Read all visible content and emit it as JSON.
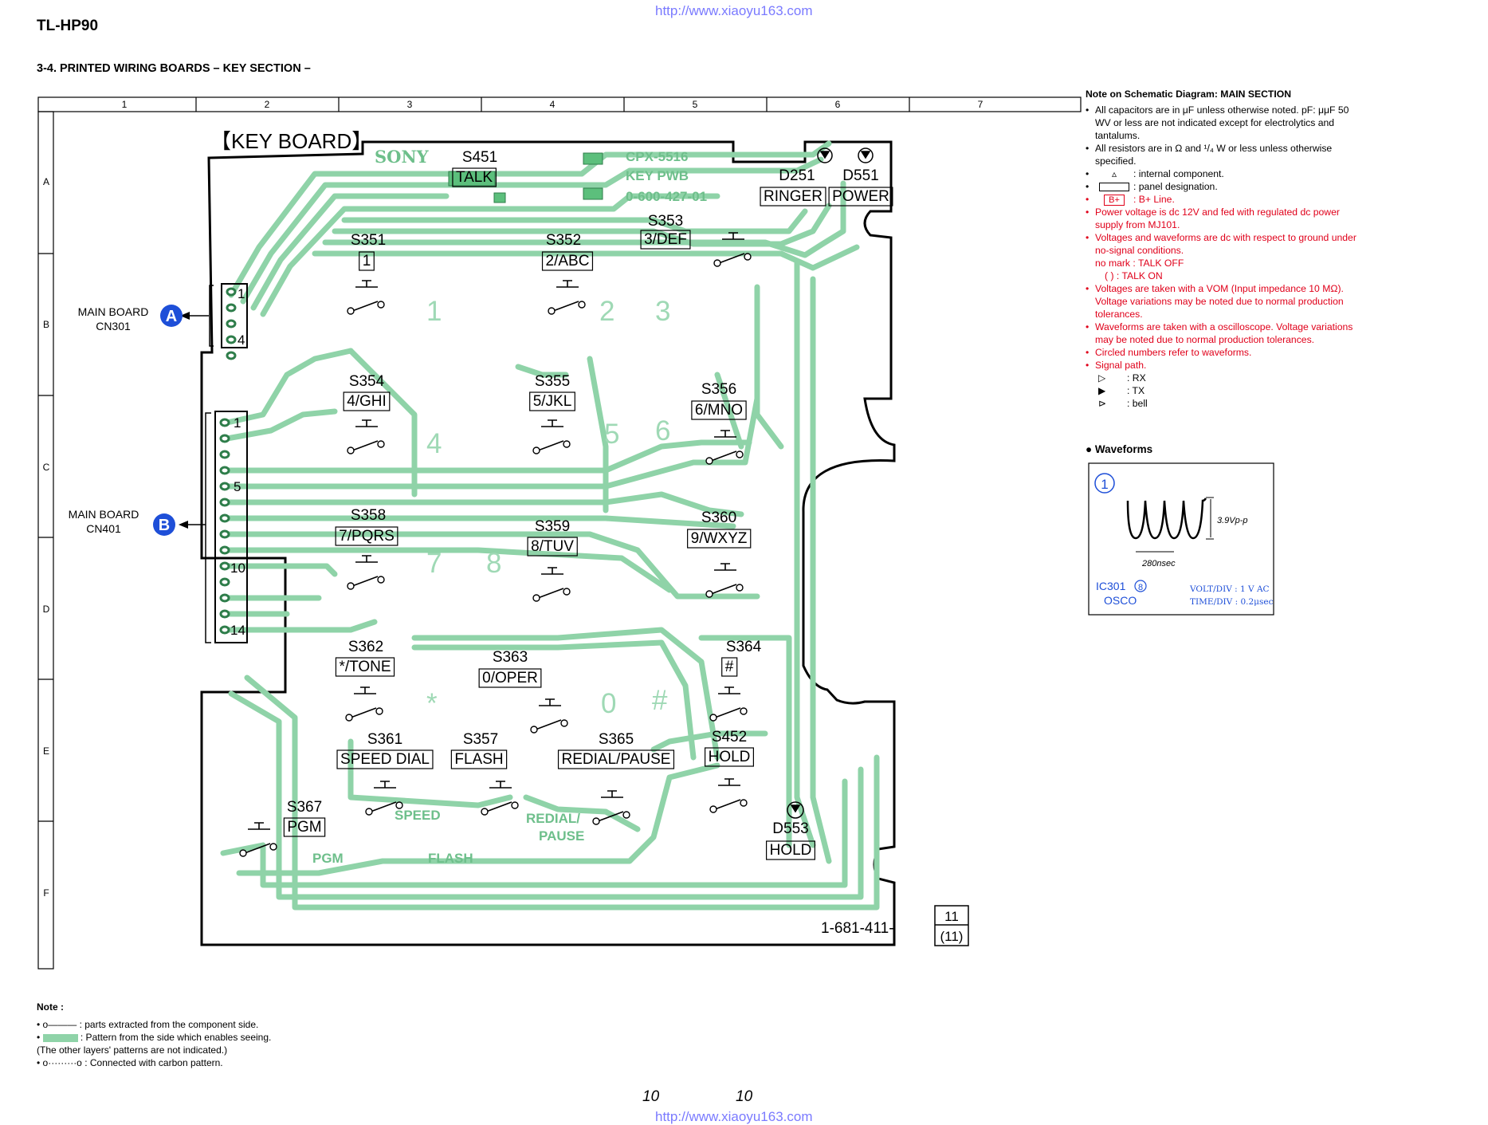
{
  "header": {
    "model": "TL-HP90",
    "section_title": "3-4. PRINTED WIRING BOARDS – KEY SECTION  –",
    "url_top": "http://www.xiaoyu163.com",
    "url_bottom": "http://www.xiaoyu163.com"
  },
  "grid": {
    "columns": [
      "1",
      "2",
      "3",
      "4",
      "5",
      "6",
      "7"
    ],
    "rows": [
      "A",
      "B",
      "C",
      "D",
      "E",
      "F"
    ]
  },
  "board": {
    "title": "【KEY BOARD】",
    "brand": "SONY",
    "code_lines": [
      "CPX-5516",
      "KEY PWB",
      "0-600-427-01"
    ],
    "part_number": "1-681-411-",
    "page_box_top": "11",
    "page_box_bottom": "(11)"
  },
  "connectors": {
    "cn301": {
      "board_label": "MAIN BOARD",
      "connector": "CN301",
      "badge": "A",
      "pin_first": "1",
      "pin_last": "4"
    },
    "cn401": {
      "board_label": "MAIN BOARD",
      "connector": "CN401",
      "badge": "B",
      "pin_first": "1",
      "pin_mid": "5",
      "pin_ten": "10",
      "pin_last": "14"
    }
  },
  "switches": {
    "s451": {
      "ref": "S451",
      "label": "TALK"
    },
    "d251": {
      "ref": "D251",
      "label": "RINGER"
    },
    "d551": {
      "ref": "D551",
      "label": "POWER"
    },
    "s351": {
      "ref": "S351",
      "label": "1"
    },
    "s352": {
      "ref": "S352",
      "label": "2/ABC"
    },
    "s353": {
      "ref": "S353",
      "label": "3/DEF"
    },
    "s354": {
      "ref": "S354",
      "label": "4/GHI"
    },
    "s355": {
      "ref": "S355",
      "label": "5/JKL"
    },
    "s356": {
      "ref": "S356",
      "label": "6/MNO"
    },
    "s358": {
      "ref": "S358",
      "label": "7/PQRS"
    },
    "s359": {
      "ref": "S359",
      "label": "8/TUV"
    },
    "s360": {
      "ref": "S360",
      "label": "9/WXYZ"
    },
    "s362": {
      "ref": "S362",
      "label": "*/TONE"
    },
    "s363": {
      "ref": "S363",
      "label": "0/OPER"
    },
    "s364": {
      "ref": "S364",
      "label": "#"
    },
    "s361": {
      "ref": "S361",
      "label": "SPEED DIAL"
    },
    "s357": {
      "ref": "S357",
      "label": "FLASH"
    },
    "s365": {
      "ref": "S365",
      "label": "REDIAL/PAUSE"
    },
    "s452": {
      "ref": "S452",
      "label": "HOLD"
    },
    "s367": {
      "ref": "S367",
      "label": "PGM"
    },
    "d553": {
      "ref": "D553",
      "label": "HOLD"
    }
  },
  "silkscreen": {
    "digits": [
      "1",
      "2",
      "3",
      "4",
      "5",
      "6",
      "7",
      "8",
      "*",
      "0",
      "#"
    ],
    "speed": "SPEED",
    "pgm": "PGM",
    "flash": "FLASH",
    "redial": "REDIAL/",
    "pause": "PAUSE"
  },
  "schematic_notes": {
    "heading": "Note on Schematic Diagram: MAIN SECTION",
    "items": [
      {
        "text": "All capacitors are in μF unless otherwise noted.  pF: μμF 50 WV or less are not indicated except for electrolytics and tantalums.",
        "color": "black"
      },
      {
        "text": "All resistors are in Ω and ¹/₄ W or less unless otherwise specified.",
        "color": "black"
      },
      {
        "symbol": "triangle-in-box-symbol",
        "text": ": internal component.",
        "color": "black"
      },
      {
        "symbol": "rectangle-symbol",
        "text": ": panel designation.",
        "color": "black"
      },
      {
        "symbol_text": "B+",
        "text": ": B+ Line.",
        "color": "red"
      },
      {
        "text": "Power voltage is dc 12V and fed with regulated dc power supply from MJ101.",
        "color": "red"
      },
      {
        "text": "Voltages and waveforms are dc with respect to ground under no-signal conditions.",
        "color": "red"
      }
    ],
    "no_mark_line": "no mark  : TALK OFF",
    "paren_line": "(     )   : TALK ON",
    "items2": [
      {
        "text": "Voltages are taken with a VOM (Input impedance 10 MΩ). Voltage variations may be noted due to normal production tolerances."
      },
      {
        "text": "Waveforms are taken with a oscilloscope. Voltage variations may be noted due to normal production tolerances."
      },
      {
        "text": "Circled numbers refer to waveforms."
      },
      {
        "text": "Signal path."
      }
    ],
    "signal_paths": [
      {
        "symbol": "open-arrow-symbol",
        "label": ": RX"
      },
      {
        "symbol": "filled-arrow-symbol",
        "label": ": TX"
      },
      {
        "symbol": "bell-arrow-symbol",
        "label": ": bell"
      }
    ]
  },
  "waveforms": {
    "title": "Waveforms",
    "number": "1",
    "amplitude": "3.9Vp-p",
    "period": "280nsec",
    "source_ic": "IC301",
    "source_pin": "8",
    "source_type": "OSCO",
    "volt_div": "VOLT/DIV : 1 V AC",
    "time_div": "TIME/DIV : 0.2μsec"
  },
  "bottom_notes": {
    "heading": "Note :",
    "item1": ": parts extracted from the component side.",
    "item2": ": Pattern from the side which enables seeing.",
    "item2b": "(The other layers' patterns are not indicated.)",
    "item3": ": Connected with carbon pattern."
  },
  "footer": {
    "page_left": "10",
    "page_right": "10"
  },
  "colors": {
    "trace": "#8fd3a8",
    "pad": "#5cbf7c",
    "accent_blue": "#1e4fd8",
    "note_red": "#e0001a",
    "url": "#7a7aff"
  }
}
